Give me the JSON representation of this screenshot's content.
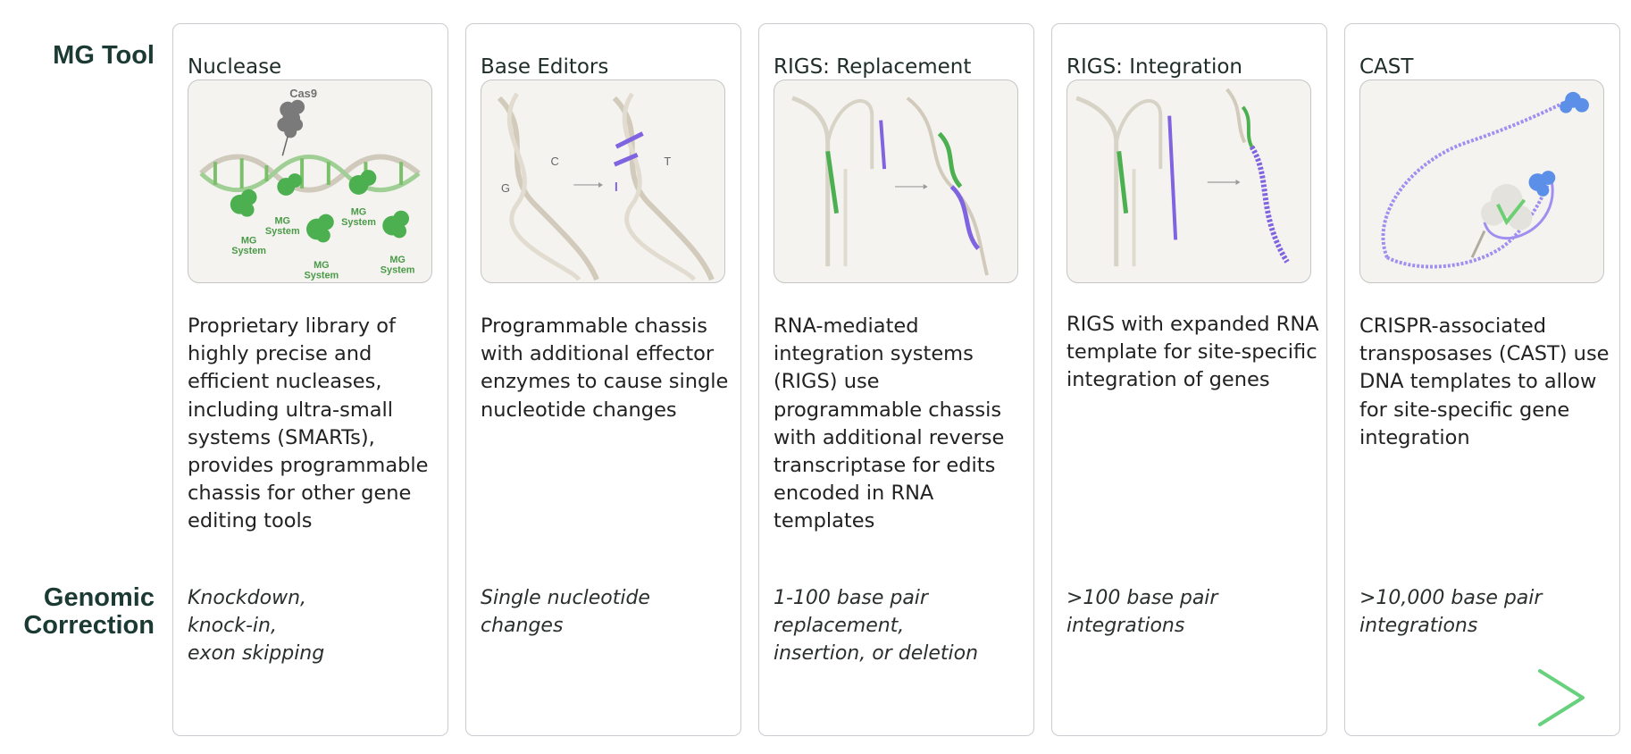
{
  "row_labels": {
    "tool": "MG Tool",
    "correction": "Genomic\nCorrection"
  },
  "colors": {
    "arrow_start": "#6d8fe6",
    "arrow_end": "#67d17d",
    "card_border": "#c9ccd0",
    "dna_green": "#4caf50",
    "dna_purple": "#7f63e0"
  },
  "cards": [
    {
      "title": "Nuclease",
      "illustration_labels": [
        "Cas9",
        "MG\nSystem",
        "MG\nSystem",
        "MG\nSystem",
        "MG\nSystem",
        "MG\nSystem"
      ],
      "description": "Proprietary library of highly precise and efficient nucleases, including ultra-small systems (SMARTs), provides programmable chassis for other gene editing tools",
      "correction": "Knockdown,\nknock-in,\nexon skipping"
    },
    {
      "title": "Base Editors",
      "illustration_labels": [
        "G",
        "C",
        "T"
      ],
      "description": "Programmable chassis with additional effector enzymes to cause single nucleotide changes",
      "correction": "Single nucleotide\nchanges"
    },
    {
      "title": "RIGS: Replacement",
      "description": "RNA-mediated integration systems (RIGS) use programmable chassis with additional reverse transcriptase for edits encoded in RNA templates",
      "correction": "1-100 base pair\nreplacement,\ninsertion, or deletion"
    },
    {
      "title": "RIGS: Integration",
      "description": "RIGS with expanded RNA template for site-specific integration of genes",
      "correction": ">100 base pair\nintegrations"
    },
    {
      "title": "CAST",
      "description": "CRISPR-associated transposases (CAST) use DNA templates to allow for site-specific gene integration",
      "correction": ">10,000 base pair\nintegrations"
    }
  ]
}
